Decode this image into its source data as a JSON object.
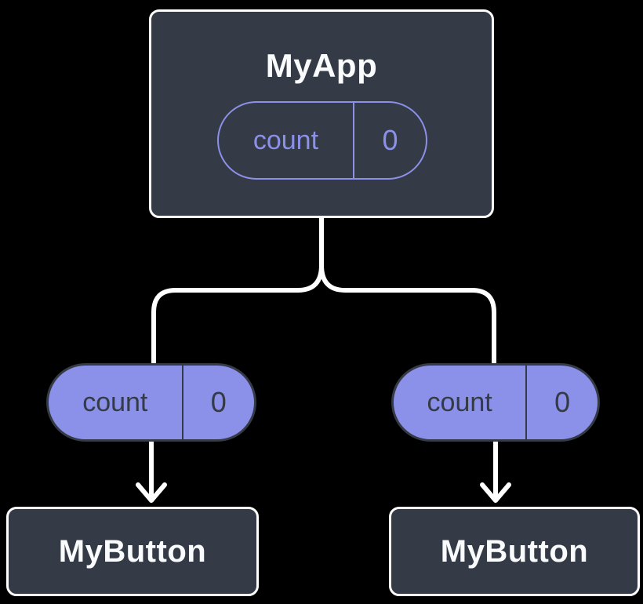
{
  "colors": {
    "background": "#000000",
    "box_fill": "#343A46",
    "box_border": "#FFFFFF",
    "accent_purple": "#8B90E8",
    "dark_ink": "#343A46",
    "light_text": "#FAFBFC",
    "connector": "#FFFFFF"
  },
  "root": {
    "title": "MyApp",
    "state": {
      "name": "count",
      "value": "0"
    }
  },
  "props": [
    {
      "name": "count",
      "value": "0"
    },
    {
      "name": "count",
      "value": "0"
    }
  ],
  "children": [
    {
      "title": "MyButton"
    },
    {
      "title": "MyButton"
    }
  ]
}
